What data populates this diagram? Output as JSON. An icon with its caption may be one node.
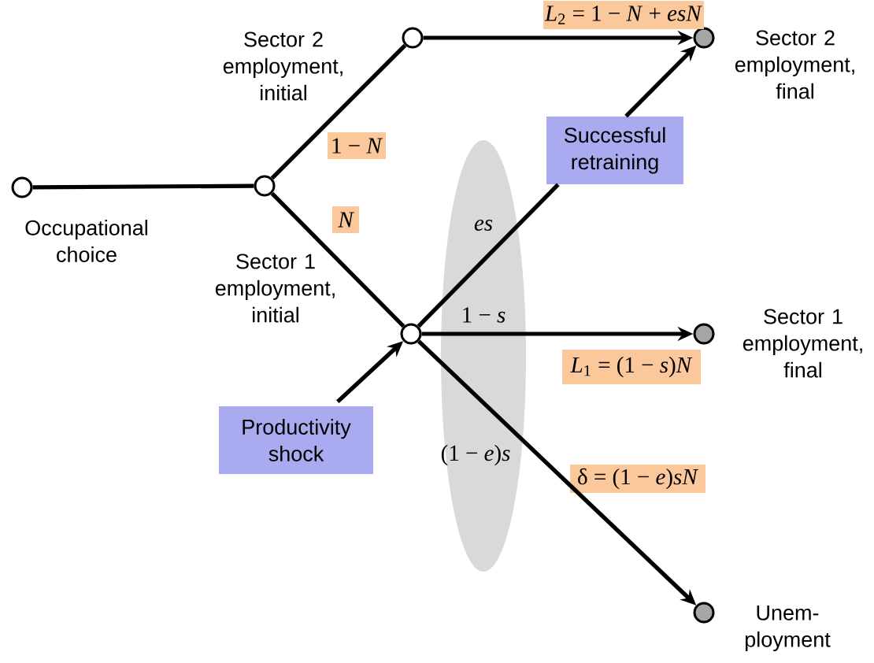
{
  "diagram": {
    "nodes": [
      {
        "text": [],
        "shape": "circle",
        "beside": [
          "Occupational choice"
        ]
      },
      {
        "text": [],
        "shape": "circle"
      },
      {
        "text": [],
        "shape": "circle"
      },
      {
        "text": [],
        "shape": "circle"
      },
      {
        "text": [],
        "shape": "circle",
        "beside": [
          "Sector 2 employment, final"
        ]
      },
      {
        "text": [],
        "shape": "circle",
        "beside": [
          "Sector 1 employment, final"
        ]
      },
      {
        "text": [],
        "shape": "circle",
        "beside": [
          "Unem- ployment"
        ]
      },
      {
        "text": [
          "Successful retraining"
        ]
      },
      {
        "text": [
          "Productivity shock"
        ]
      },
      {
        "text": [
          "1 − *N*"
        ]
      },
      {
        "text": [
          "N"
        ]
      },
      {
        "text": [
          "*L*$_{2}$ = 1 − *N* + *esN*"
        ]
      },
      {
        "text": [
          "*L*$_{1}$ = (1 − *s*)*N*"
        ]
      },
      {
        "text": [
          "δ = (1 − *e*)*sN*"
        ]
      }
    ],
    "edges": [
      {
        "from": 0,
        "to": 1,
        "arrow": "none"
      },
      {
        "from": 1,
        "to": 2,
        "arrow": "none"
      },
      {
        "from": 1,
        "to": 3,
        "arrow": "none"
      },
      {
        "from": 2,
        "to": 4,
        "arrow": "to"
      },
      {
        "from": 3,
        "to": 7,
        "arrow": "none",
        "label": "es"
      },
      {
        "from": 7,
        "to": 4,
        "arrow": "to"
      },
      {
        "from": 3,
        "to": 5,
        "arrow": "to",
        "label": "1 − *s*"
      },
      {
        "from": 3,
        "to": 6,
        "arrow": "to",
        "label": "(1 − *e*)*s*"
      },
      {
        "from": 8,
        "to": 3,
        "arrow": "to"
      }
    ],
    "labels": [
      "Sector 2 employment, initial",
      "Sector 1 employment, initial"
    ]
  }
}
